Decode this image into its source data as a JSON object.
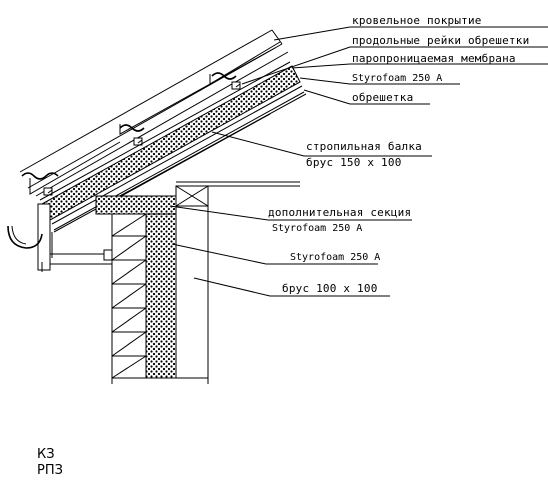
{
  "labels": {
    "roof_covering": "кровельное покрытие",
    "battens": "продольные рейки обрешетки",
    "membrane": "паропроницаемая мембрана",
    "styrofoam_roof": "Styrofoam 250 A",
    "lathing": "обрешетка",
    "rafter": "стропильная балка",
    "rafter_size": "брус 150 x 100",
    "extra_section": "дополнительная секция",
    "styrofoam_section": "Styrofoam 250 A",
    "styrofoam_wall": "Styrofoam 250 A",
    "beam_size": "брус 100 x 100"
  },
  "footer": {
    "code_line1": "КЗ",
    "code_line2": "РПЗ"
  }
}
